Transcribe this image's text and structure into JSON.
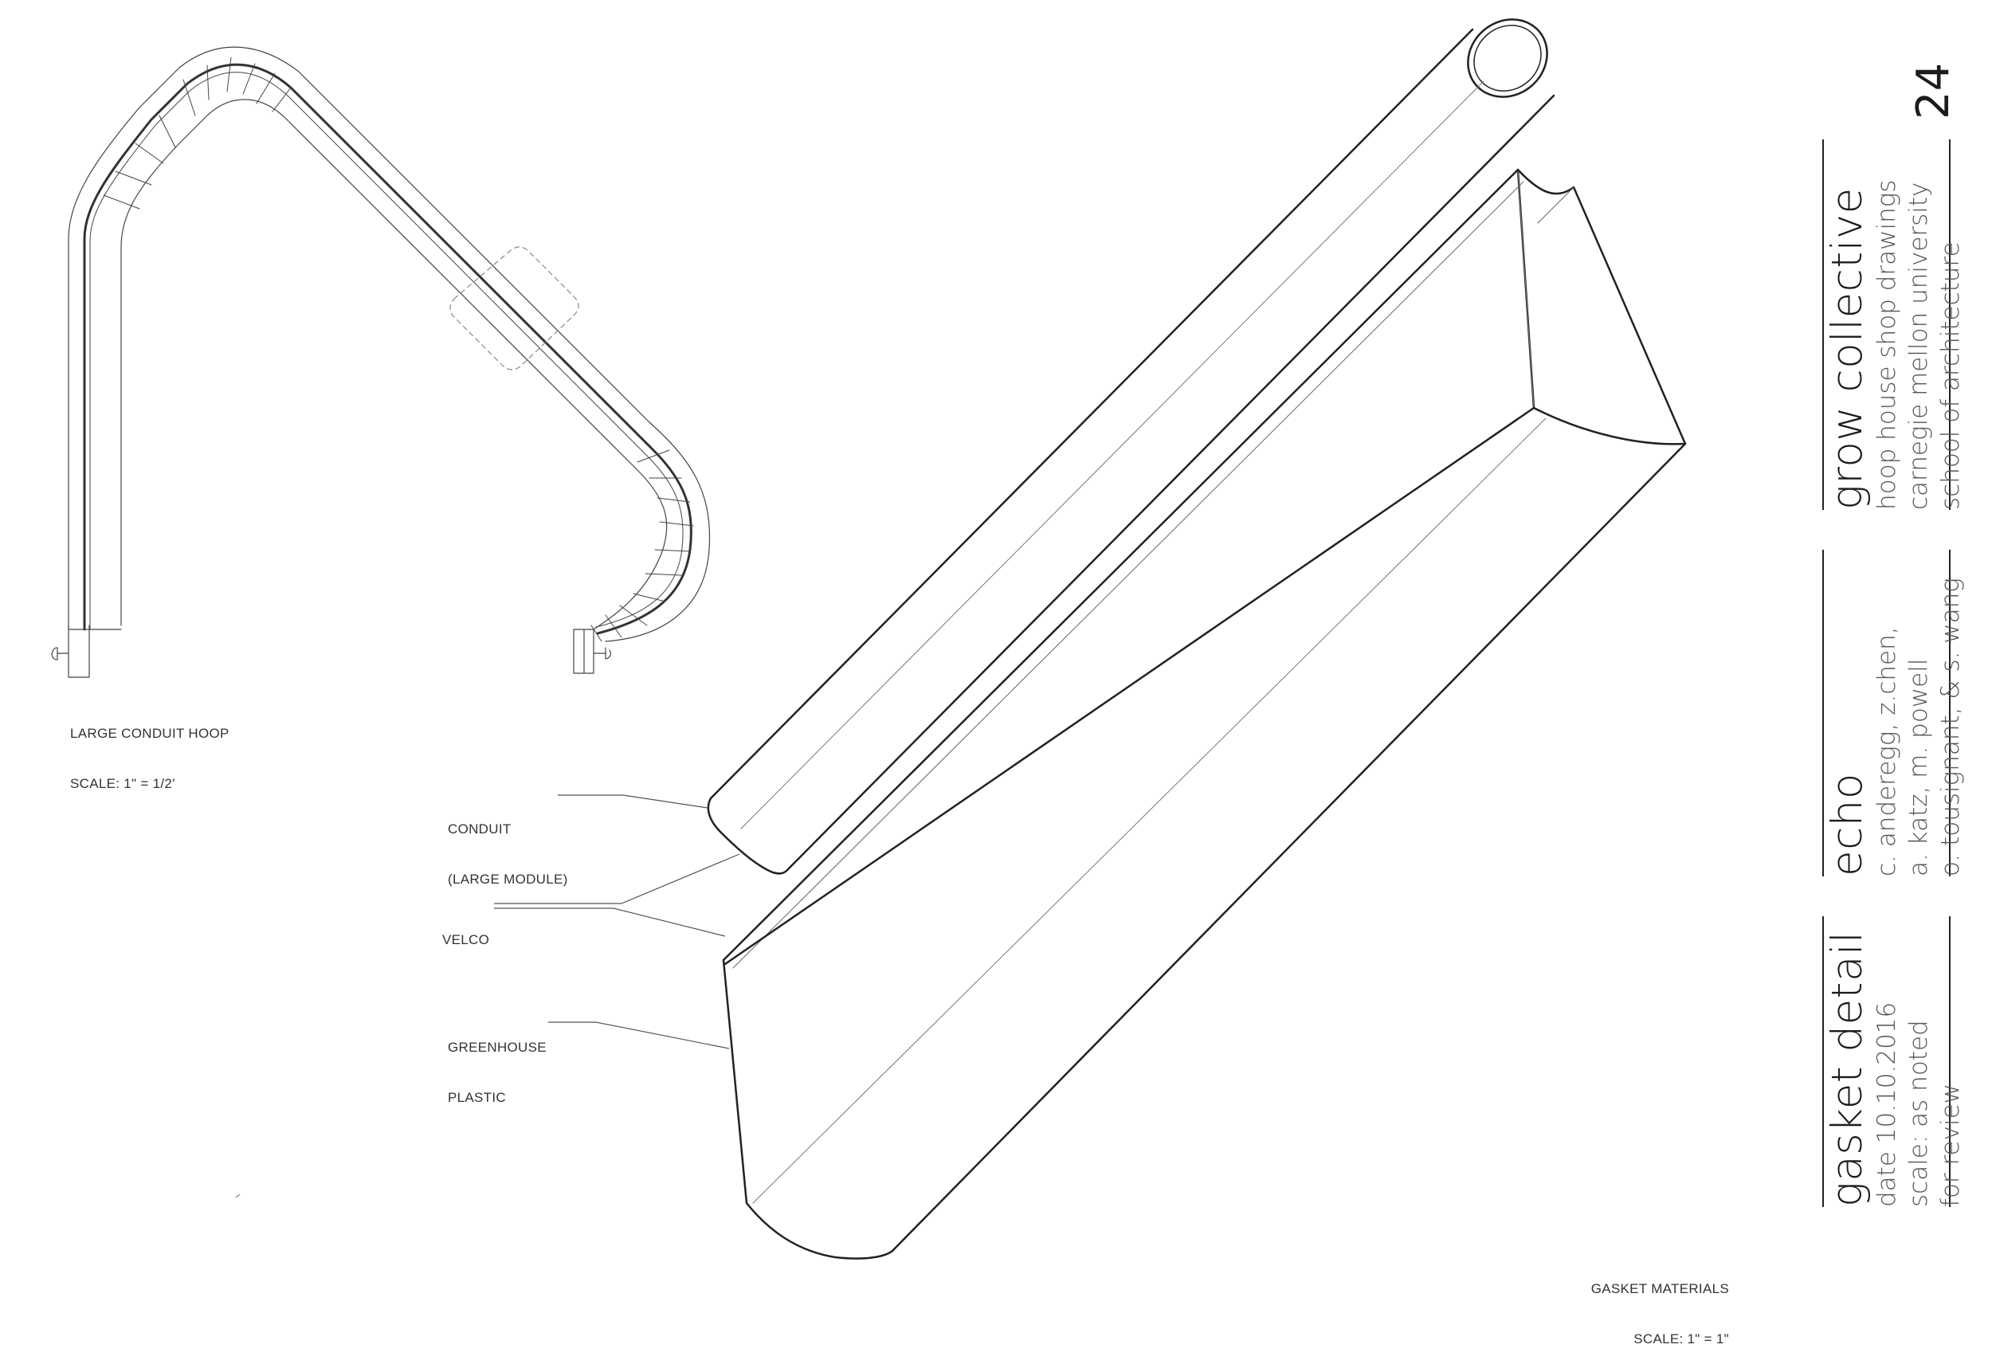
{
  "callouts": {
    "hoop_title": "LARGE CONDUIT HOOP",
    "hoop_scale": "SCALE: 1\" = 1/2'",
    "conduit_line1": "CONDUIT",
    "conduit_line2": "(LARGE MODULE)",
    "velco": "VELCO",
    "greenhouse_line1": "GREENHOUSE",
    "greenhouse_line2": "PLASTIC",
    "gasket_title": "GASKET MATERIALS",
    "gasket_scale": "SCALE: 1\" = 1\""
  },
  "title_block": {
    "page_number": "24",
    "project": {
      "title": "grow collective",
      "lines": [
        "hoop house shop drawings",
        "carnegie mellon university",
        "school of architecture"
      ]
    },
    "team": {
      "title": "echo",
      "lines": [
        "c. anderegg, z.chen,",
        "a. katz, m. powell",
        "o. tousignant, & s. wang"
      ]
    },
    "sheet": {
      "title": "gasket detail",
      "lines": [
        "date 10.10.2016",
        "scale: as noted",
        "for review"
      ]
    }
  }
}
